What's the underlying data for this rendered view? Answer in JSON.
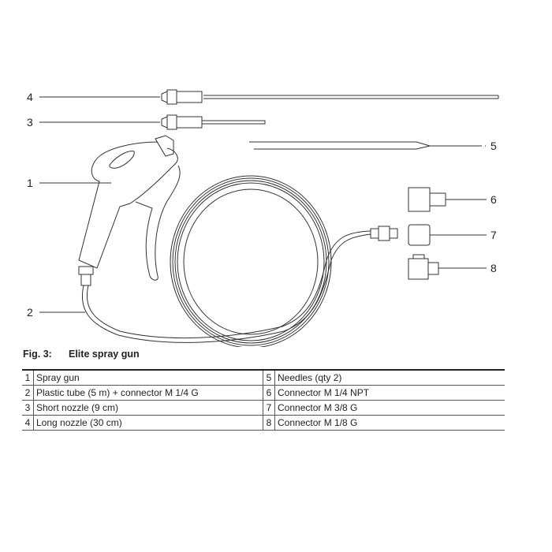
{
  "figure": {
    "callouts": [
      "1",
      "2",
      "3",
      "4",
      "5",
      "6",
      "7",
      "8"
    ],
    "caption_number": "Fig. 3:",
    "caption_title": "Elite spray gun"
  },
  "legend_table": {
    "rows": [
      [
        {
          "num": "1",
          "text": "Spray gun"
        },
        {
          "num": "5",
          "text": "Needles (qty 2)"
        }
      ],
      [
        {
          "num": "2",
          "text": "Plastic tube (5 m) + connector M 1/4 G"
        },
        {
          "num": "6",
          "text": "Connector M 1/4 NPT"
        }
      ],
      [
        {
          "num": "3",
          "text": "Short nozzle (9 cm)"
        },
        {
          "num": "7",
          "text": "Connector M 3/8 G"
        }
      ],
      [
        {
          "num": "4",
          "text": "Long nozzle (30 cm)"
        },
        {
          "num": "8",
          "text": "Connector M 1/8 G"
        }
      ]
    ]
  }
}
